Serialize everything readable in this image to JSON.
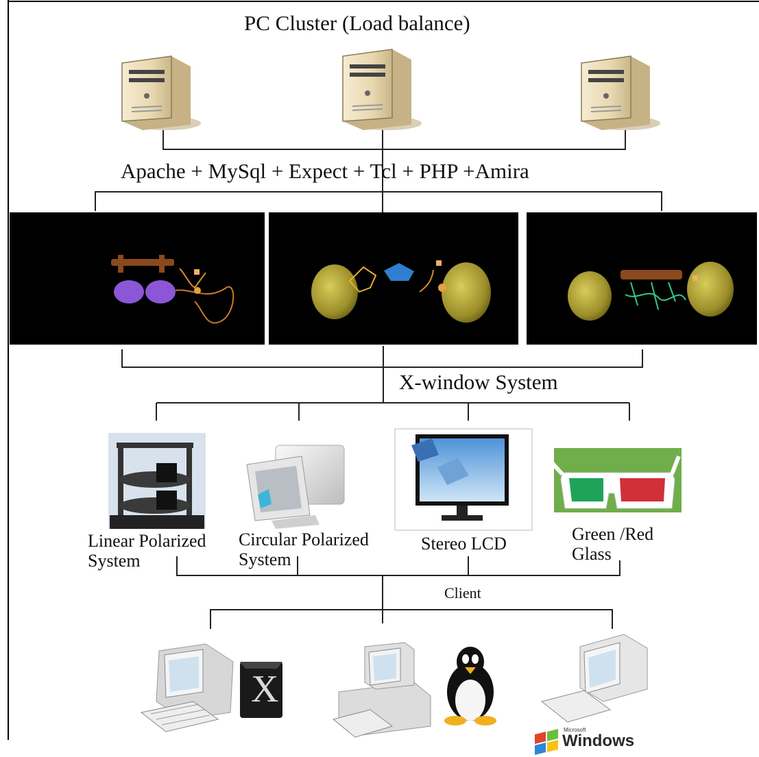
{
  "title": "PC Cluster (Load balance)",
  "software_stack": "Apache + MySql + Expect + Tcl + PHP +Amira",
  "xwindow_label": "X-window System",
  "client_label": "Client",
  "servers": [
    {
      "name": "server-tower-icon"
    },
    {
      "name": "server-tower-icon"
    },
    {
      "name": "server-tower-icon"
    }
  ],
  "renders": [
    {
      "name": "render-panel-left"
    },
    {
      "name": "render-panel-center"
    },
    {
      "name": "render-panel-right"
    }
  ],
  "displays": [
    {
      "label": "Linear Polarized\nSystem",
      "icon": "polarized-projector-rig-icon"
    },
    {
      "label": "Circular Polarized\nSystem",
      "icon": "polarized-monitor-icon"
    },
    {
      "label": "Stereo LCD",
      "icon": "stereo-lcd-icon"
    },
    {
      "label": "Green /Red\nGlass",
      "icon": "anaglyph-glasses-icon"
    }
  ],
  "clients": [
    {
      "icon": "mac-workstation-icon",
      "os_badge": "X"
    },
    {
      "icon": "linux-workstation-icon"
    },
    {
      "icon": "windows-workstation-icon",
      "os_small": "Microsoft",
      "os_badge": "Windows"
    }
  ],
  "colors": {
    "line": "#222222",
    "server_body": "#efe2c0",
    "render_bg": "#000000",
    "brain_yellow": "#b5a53a",
    "neuron_orange": "#c77a2a",
    "purple": "#8b57d6",
    "blue": "#2f7fd0",
    "green_lens": "#1fa35a",
    "red_lens": "#d0303a",
    "screen_blue": "#3a7fbf"
  }
}
